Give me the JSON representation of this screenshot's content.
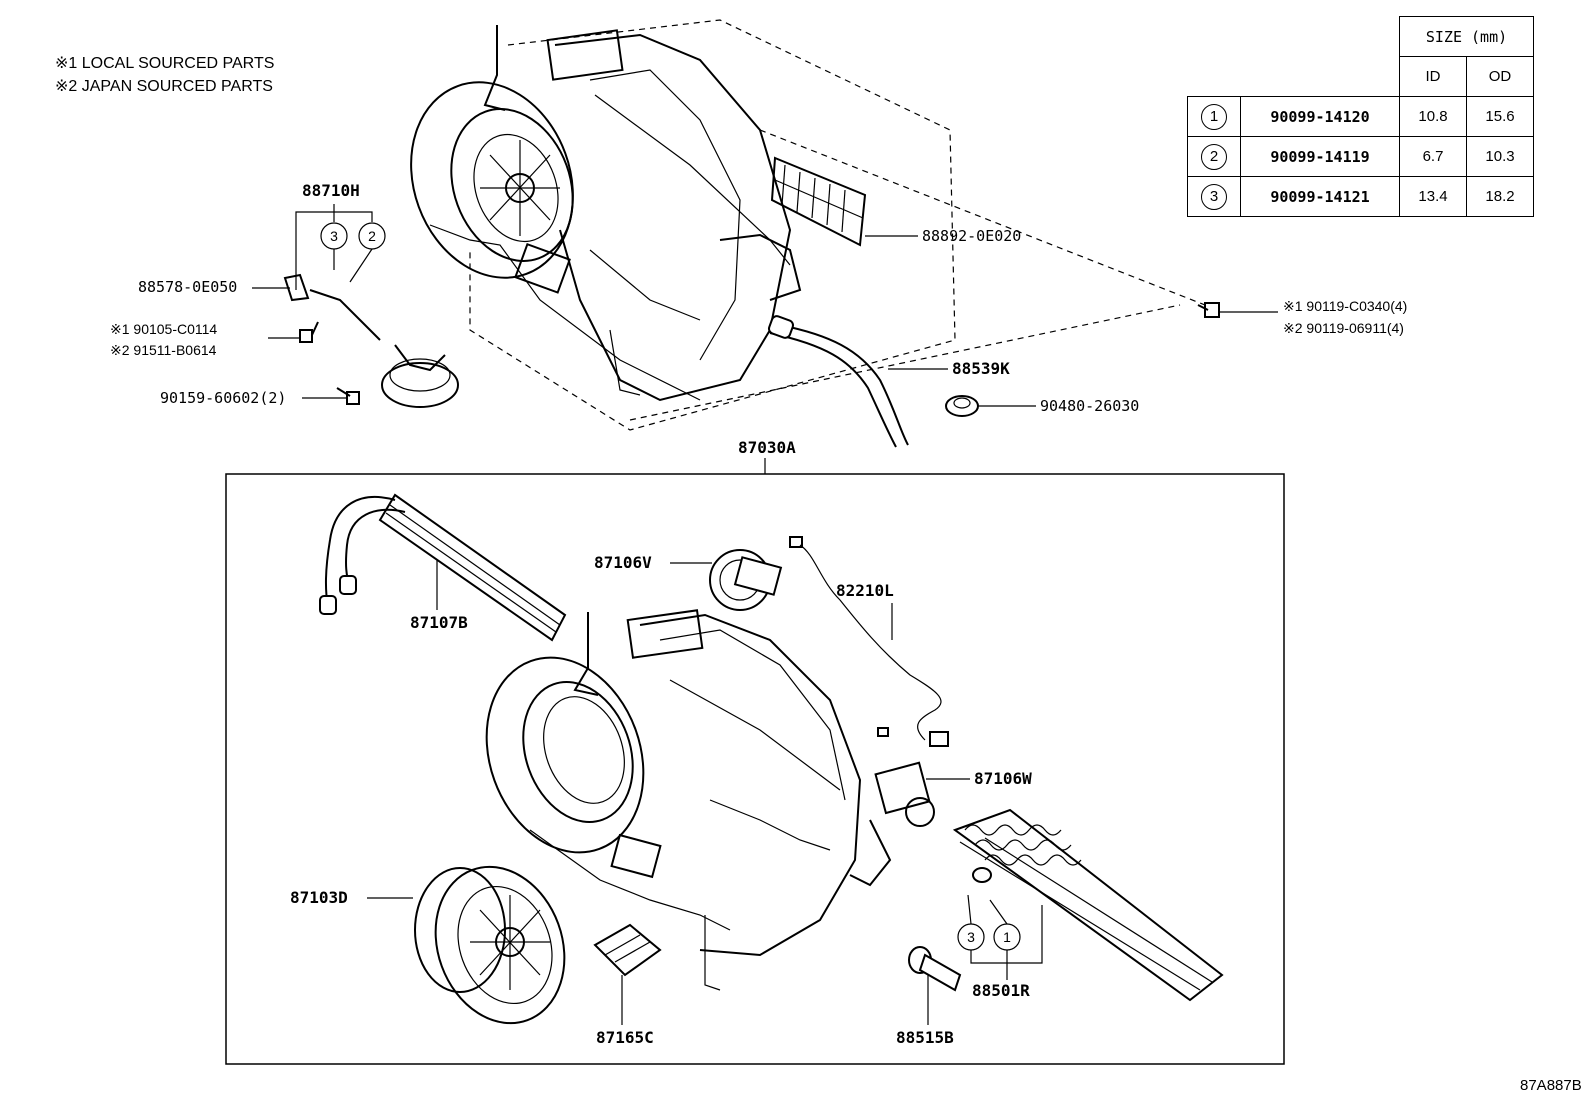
{
  "notes": [
    "※1 LOCAL SOURCED PARTS",
    "※2 JAPAN SOURCED PARTS"
  ],
  "size_table": {
    "header": "SIZE (mm)",
    "col_id": "ID",
    "col_od": "OD",
    "rows": [
      {
        "ref": "1",
        "part": "90099-14120",
        "id": "10.8",
        "od": "15.6"
      },
      {
        "ref": "2",
        "part": "90099-14119",
        "id": "6.7",
        "od": "10.3"
      },
      {
        "ref": "3",
        "part": "90099-14121",
        "id": "13.4",
        "od": "18.2"
      }
    ]
  },
  "labels": {
    "p88710H": "88710H",
    "p88578": "88578-0E050",
    "p90105": "※1 90105-C0114",
    "p91511": "※2 91511-B0614",
    "p90159": "90159-60602(2)",
    "p88892": "88892-0E020",
    "p90119a": "※1 90119-C0340(4)",
    "p90119b": "※2 90119-06911(4)",
    "p88539K": "88539K",
    "p90480": "90480-26030",
    "p87030A": "87030A",
    "p87106V": "87106V",
    "p82210L": "82210L",
    "p87107B": "87107B",
    "p87106W": "87106W",
    "p87103D": "87103D",
    "p87165C": "87165C",
    "p88515B": "88515B",
    "p88501R": "88501R"
  },
  "callouts": {
    "c3_top": "3",
    "c2_top": "2",
    "c3_bot": "3",
    "c1_bot": "1"
  },
  "diagram_code": "87A887B"
}
